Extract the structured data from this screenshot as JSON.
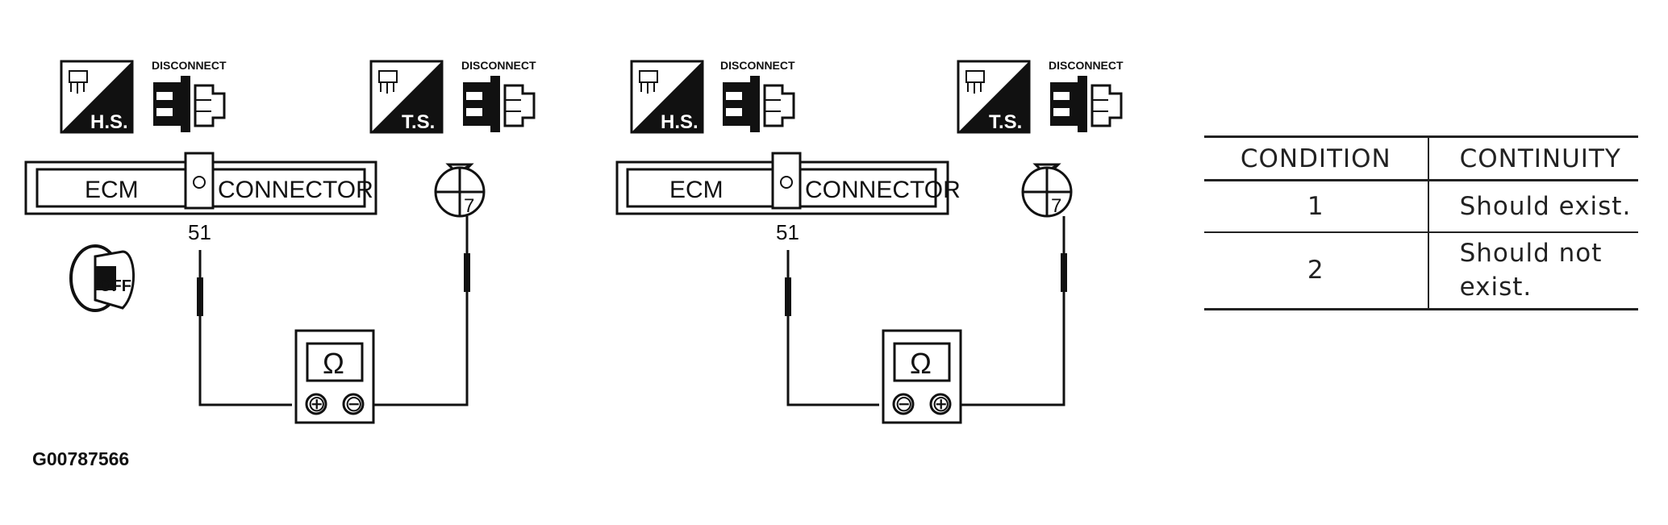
{
  "left_panel": {
    "harness_side_label": "H.S.",
    "disconnect_label_1": "DISCONNECT",
    "terminal_side_label": "T.S.",
    "disconnect_label_2": "DISCONNECT",
    "ecm_label": "ECM",
    "connector_label": "CONNECTOR",
    "ecm_terminal": "51",
    "sensor_terminal": "7",
    "ignition_label": "OFF",
    "ohm_symbol": "Ω",
    "probe_left": "⊕",
    "probe_right": "⊖"
  },
  "right_panel": {
    "harness_side_label": "H.S.",
    "disconnect_label_1": "DISCONNECT",
    "terminal_side_label": "T.S.",
    "disconnect_label_2": "DISCONNECT",
    "ecm_label": "ECM",
    "connector_label": "CONNECTOR",
    "ecm_terminal": "51",
    "sensor_terminal": "7",
    "ohm_symbol": "Ω",
    "probe_left": "⊖",
    "probe_right": "⊕"
  },
  "table": {
    "headers": [
      "CONDITION",
      "CONTINUITY"
    ],
    "rows": [
      {
        "condition": "1",
        "continuity": "Should exist."
      },
      {
        "condition": "2",
        "continuity": "Should not exist."
      }
    ]
  },
  "figure_id": "G00787566"
}
